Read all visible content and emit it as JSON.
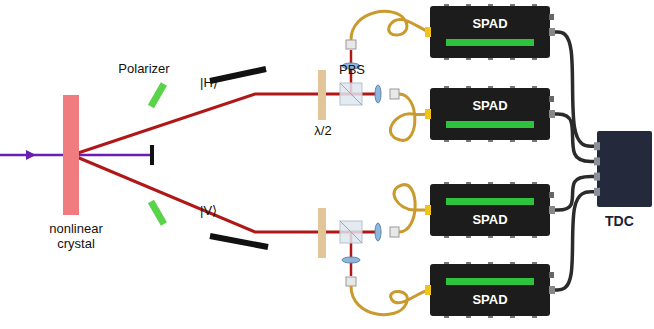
{
  "diagram": {
    "nodes": [
      {
        "text": [
          "SPAD"
        ]
      },
      {
        "text": [
          "SPAD"
        ]
      },
      {
        "text": [
          "SPAD"
        ]
      },
      {
        "text": [
          "SPAD"
        ]
      },
      {
        "text": [
          "TDC"
        ]
      }
    ],
    "edges": [
      {
        "from": 0,
        "to": 4,
        "arrow": "none"
      },
      {
        "from": 1,
        "to": 4,
        "arrow": "none"
      },
      {
        "from": 2,
        "to": 4,
        "arrow": "none"
      },
      {
        "from": 3,
        "to": 4,
        "arrow": "none"
      }
    ],
    "labels": [
      "nonlinear crystal",
      "Polarizer",
      "|H⟩",
      "|V⟩",
      "λ/2",
      "PBS"
    ]
  }
}
